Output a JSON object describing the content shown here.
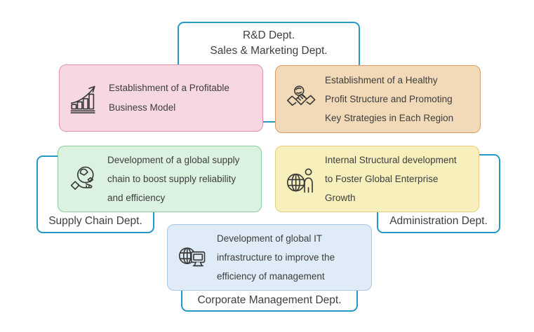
{
  "title": "Department strategy diagram",
  "colors": {
    "background": "#ffffff",
    "dept_border": "#2598c8",
    "dept_fill": "#ffffff",
    "text": "#3f3f3f"
  },
  "departments": [
    {
      "name": "rnd-sales-marketing",
      "lines": [
        "R&D Dept.",
        "Sales & Marketing Dept."
      ]
    },
    {
      "name": "supply-chain",
      "label": "Supply Chain Dept."
    },
    {
      "name": "administration",
      "label": "Administration Dept."
    },
    {
      "name": "corporate-management",
      "label": "Corporate Management Dept."
    }
  ],
  "cards": [
    {
      "name": "profitable-business-model",
      "icon": "growth-chart-icon",
      "fill": "#f7d7e2",
      "border": "#e190b0",
      "lines": [
        "Establishment of a Profitable",
        "Business Model"
      ]
    },
    {
      "name": "healthy-profit-structure",
      "icon": "handshake-icon",
      "fill": "#f2dab8",
      "border": "#db9a66",
      "lines": [
        "Establishment of a Healthy",
        "Profit Structure and Promoting",
        "Key Strategies in Each Region"
      ]
    },
    {
      "name": "global-supply-chain",
      "icon": "hand-holding-globe-icon",
      "fill": "#dcf2e1",
      "border": "#8ecc9f",
      "lines": [
        "Development of a global supply",
        "chain to boost supply reliability",
        "and efficiency"
      ]
    },
    {
      "name": "internal-structural-development",
      "icon": "globe-person-icon",
      "fill": "#f8f0bc",
      "border": "#e6cf81",
      "lines": [
        "Internal Structural development",
        "to Foster Global Enterprise",
        "Growth"
      ]
    },
    {
      "name": "global-it-infrastructure",
      "icon": "globe-computer-icon",
      "fill": "#dfebf6",
      "border": "#a9c8e5",
      "lines": [
        "Development of global IT",
        "infrastructure to improve the",
        "efficiency of management"
      ]
    }
  ]
}
